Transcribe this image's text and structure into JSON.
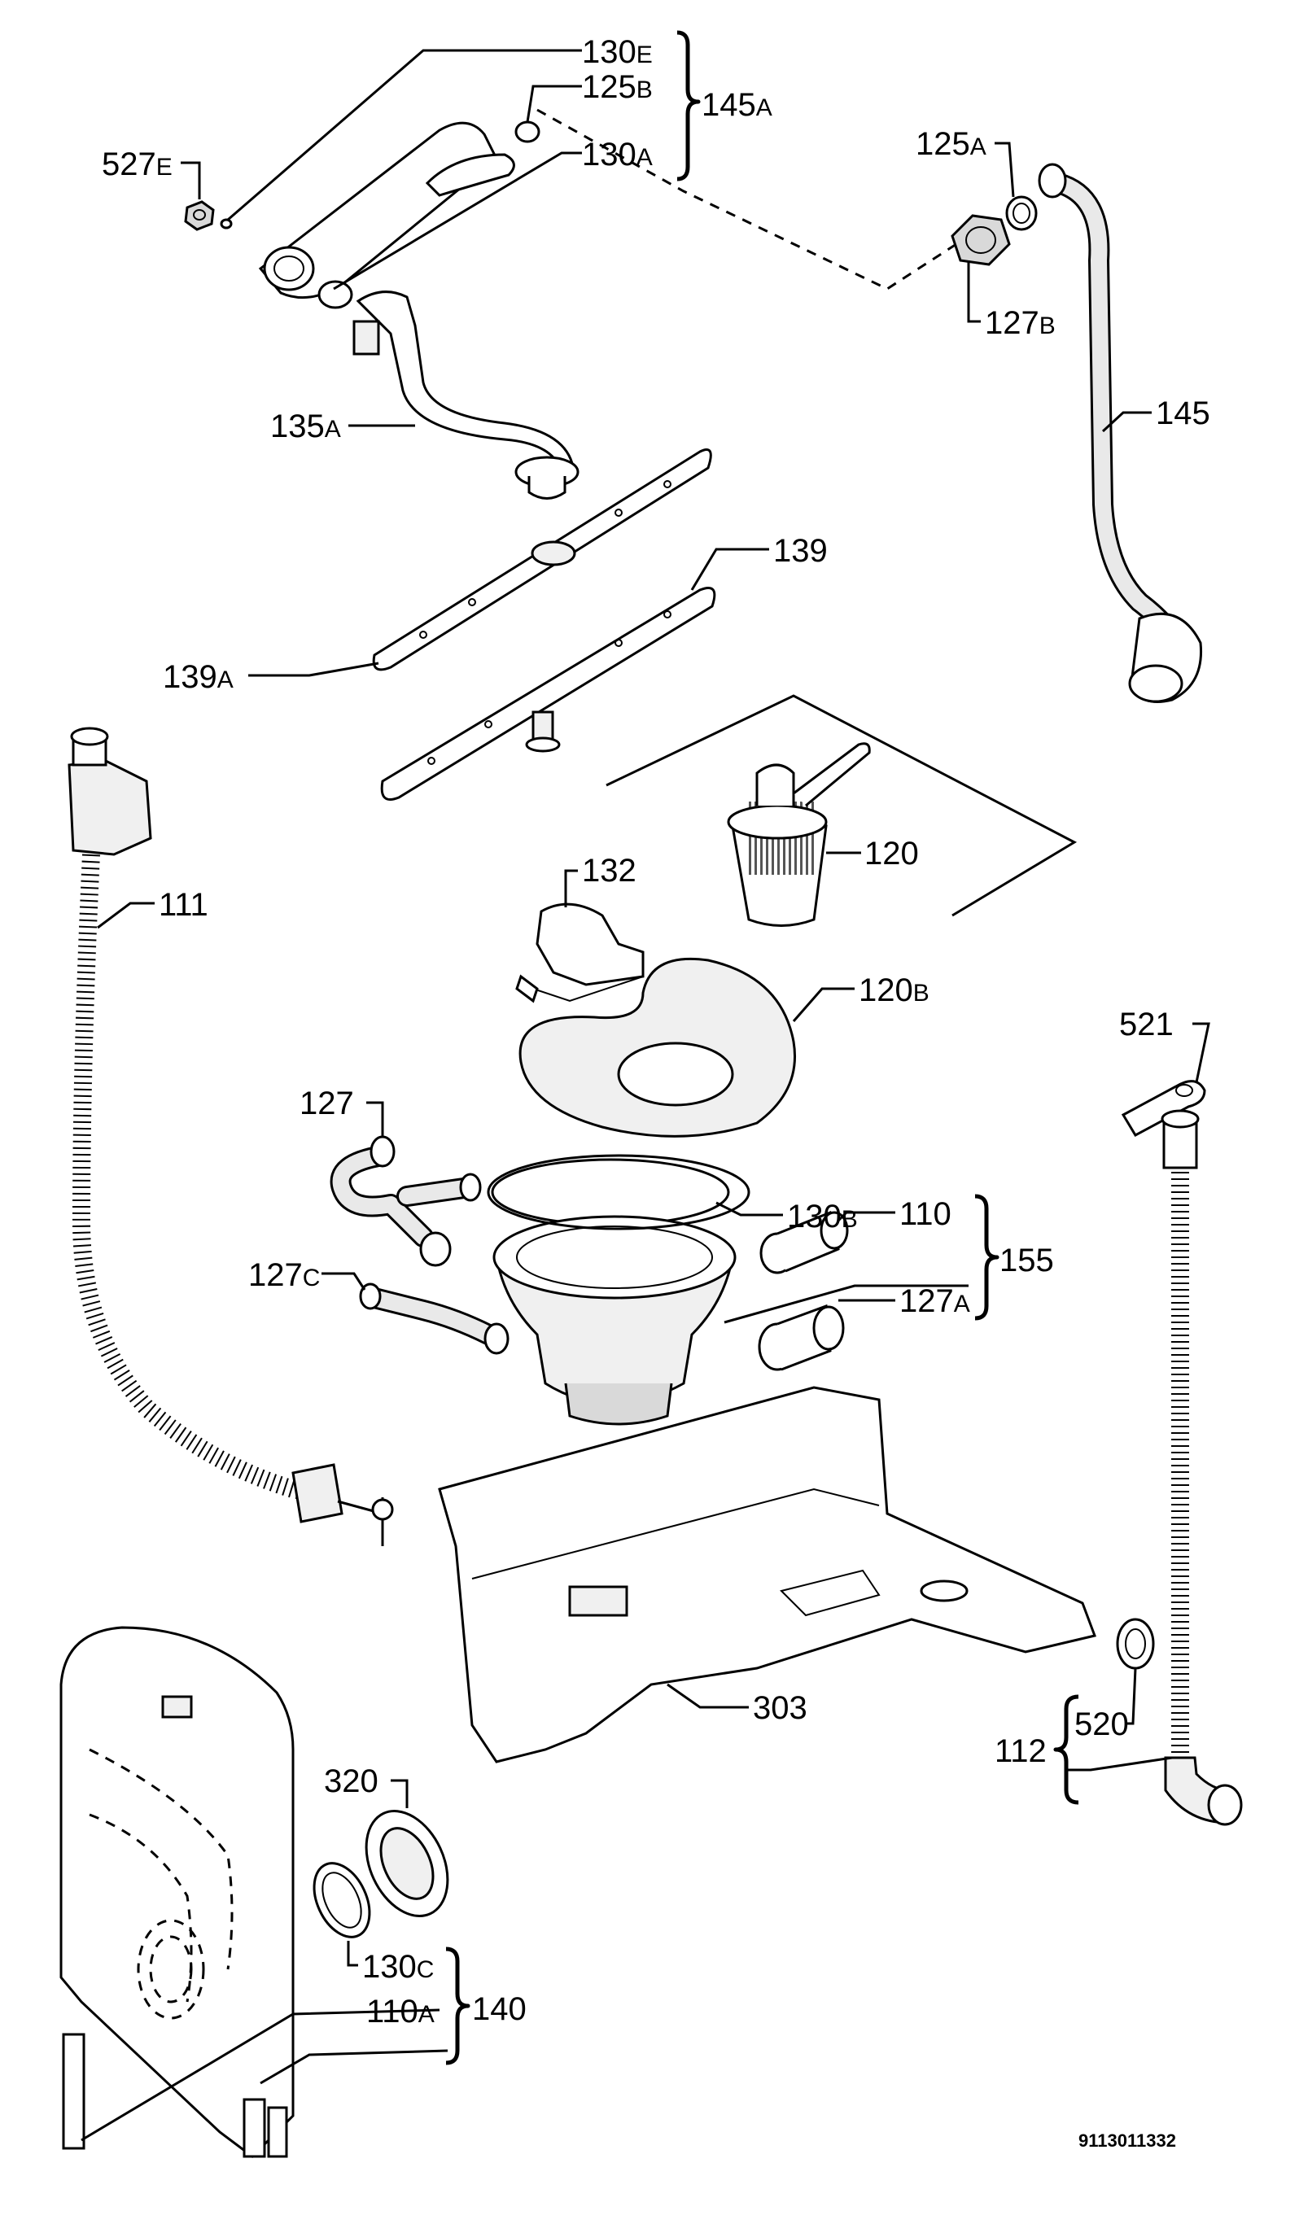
{
  "drawing_code": "9113011332",
  "callouts": {
    "p130E": {
      "num": "130",
      "suf": "E"
    },
    "p125B": {
      "num": "125",
      "suf": "B"
    },
    "p145A": {
      "num": "145",
      "suf": "A"
    },
    "p130A": {
      "num": "130",
      "suf": "A"
    },
    "p527E": {
      "num": "527",
      "suf": "E"
    },
    "p125A": {
      "num": "125",
      "suf": "A"
    },
    "p127B": {
      "num": "127",
      "suf": "B"
    },
    "p145": {
      "num": "145",
      "suf": ""
    },
    "p135A": {
      "num": "135",
      "suf": "A"
    },
    "p139": {
      "num": "139",
      "suf": ""
    },
    "p139A": {
      "num": "139",
      "suf": "A"
    },
    "p111": {
      "num": "111",
      "suf": ""
    },
    "p132": {
      "num": "132",
      "suf": ""
    },
    "p120": {
      "num": "120",
      "suf": ""
    },
    "p120B": {
      "num": "120",
      "suf": "B"
    },
    "p521": {
      "num": "521",
      "suf": ""
    },
    "p127": {
      "num": "127",
      "suf": ""
    },
    "p130B": {
      "num": "130",
      "suf": "B"
    },
    "p110": {
      "num": "110",
      "suf": ""
    },
    "p155": {
      "num": "155",
      "suf": ""
    },
    "p127C": {
      "num": "127",
      "suf": "C"
    },
    "p127A": {
      "num": "127",
      "suf": "A"
    },
    "p303": {
      "num": "303",
      "suf": ""
    },
    "p520": {
      "num": "520",
      "suf": ""
    },
    "p112": {
      "num": "112",
      "suf": ""
    },
    "p320": {
      "num": "320",
      "suf": ""
    },
    "p130C": {
      "num": "130",
      "suf": "C"
    },
    "p140": {
      "num": "140",
      "suf": ""
    },
    "p110A": {
      "num": "110",
      "suf": "A"
    }
  }
}
